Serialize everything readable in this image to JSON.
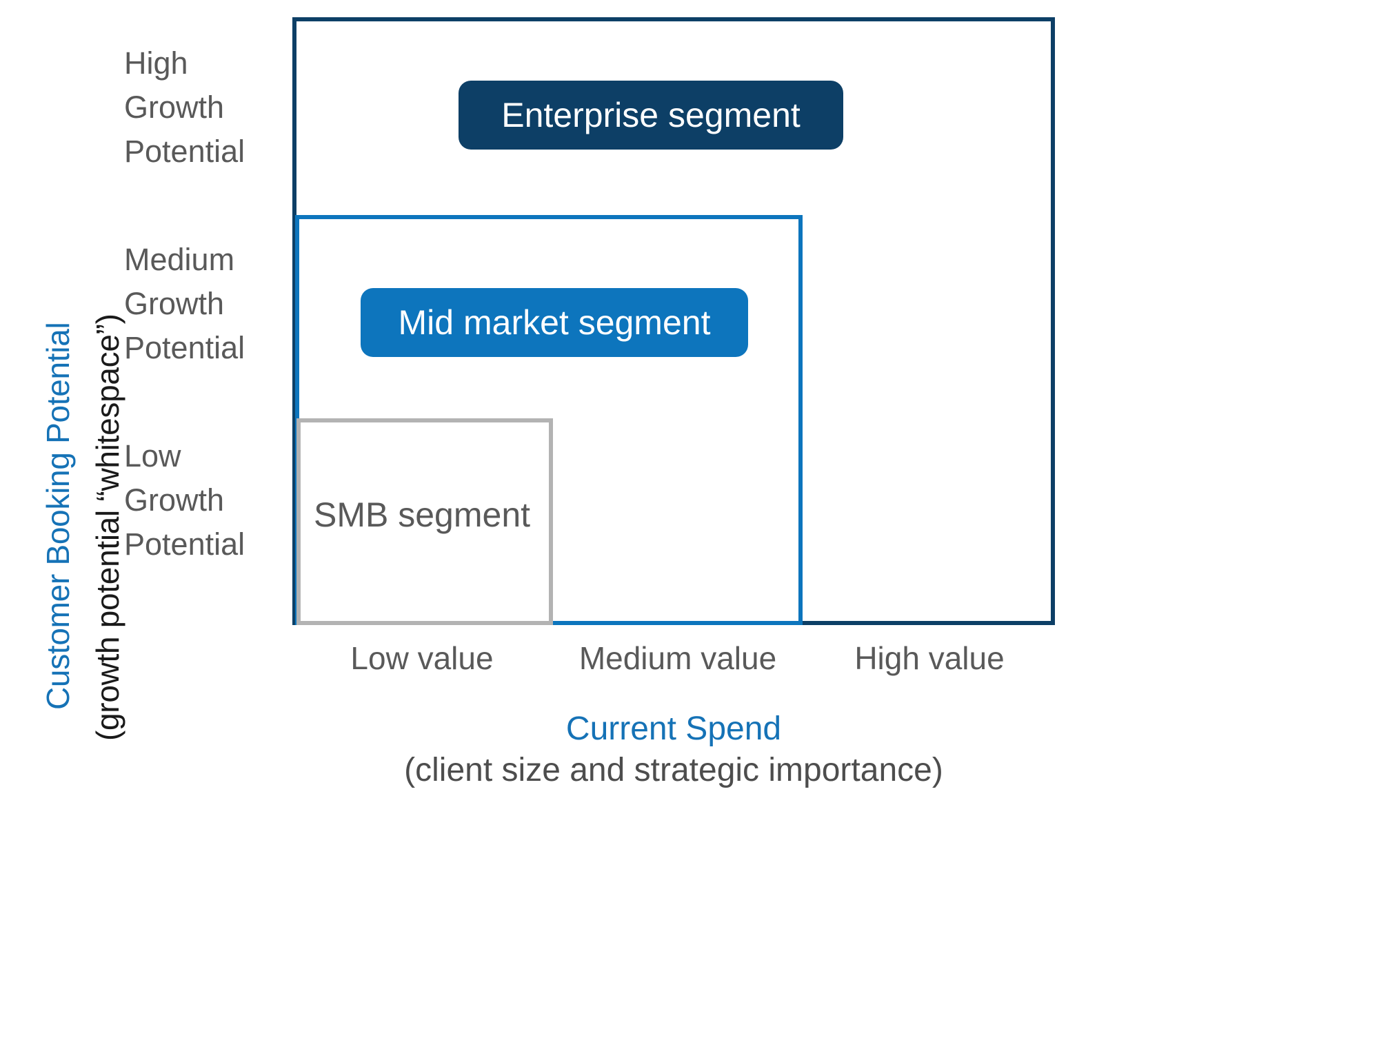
{
  "chart_data": {
    "type": "table",
    "title": "",
    "xlabel": "Current Spend",
    "xlabel_sub": "(client size and strategic importance)",
    "ylabel": "Customer Booking Potential",
    "ylabel_sub": "(growth potential “whitespace”)",
    "x_categories": [
      "Low value",
      "Medium value",
      "High value"
    ],
    "y_categories": [
      "Low\nGrowth\nPotential",
      "Medium\nGrowth\nPotential",
      "High\nGrowth\nPotential"
    ],
    "grid": false,
    "legend": "none",
    "series": [
      {
        "name": "SMB segment",
        "x_span": [
          "Low value"
        ],
        "y_span": [
          "Low Growth Potential"
        ],
        "color": "#b3b3b3",
        "label_style": "plain-text"
      },
      {
        "name": "Mid market segment",
        "x_span": [
          "Low value",
          "Medium value"
        ],
        "y_span": [
          "Low Growth Potential",
          "Medium Growth Potential"
        ],
        "color": "#0d75bd",
        "label_style": "filled-badge"
      },
      {
        "name": "Enterprise segment",
        "x_span": [
          "Low value",
          "Medium value",
          "High value"
        ],
        "y_span": [
          "Low Growth Potential",
          "Medium Growth Potential",
          "High Growth Potential"
        ],
        "color": "#0d3f66",
        "label_style": "filled-badge"
      }
    ]
  },
  "yaxis": {
    "title_primary": "Customer Booking Potential",
    "title_secondary": "(growth potential “whitespace”)",
    "ticks": {
      "high": "High\nGrowth\nPotential",
      "medium": "Medium\nGrowth\nPotential",
      "low": "Low\nGrowth\nPotential"
    }
  },
  "xaxis": {
    "title_primary": "Current Spend",
    "title_secondary": "(client size and strategic importance)",
    "ticks": {
      "low": "Low value",
      "medium": "Medium value",
      "high": "High value"
    }
  },
  "segments": {
    "enterprise_label": "Enterprise segment",
    "midmarket_label": "Mid market segment",
    "smb_label": "SMB segment"
  },
  "colors": {
    "navy": "#0d3f66",
    "blue": "#0d75bd",
    "axis_title_blue": "#1572b6",
    "gray_line": "#b3b3b3",
    "text_gray": "#595959"
  }
}
